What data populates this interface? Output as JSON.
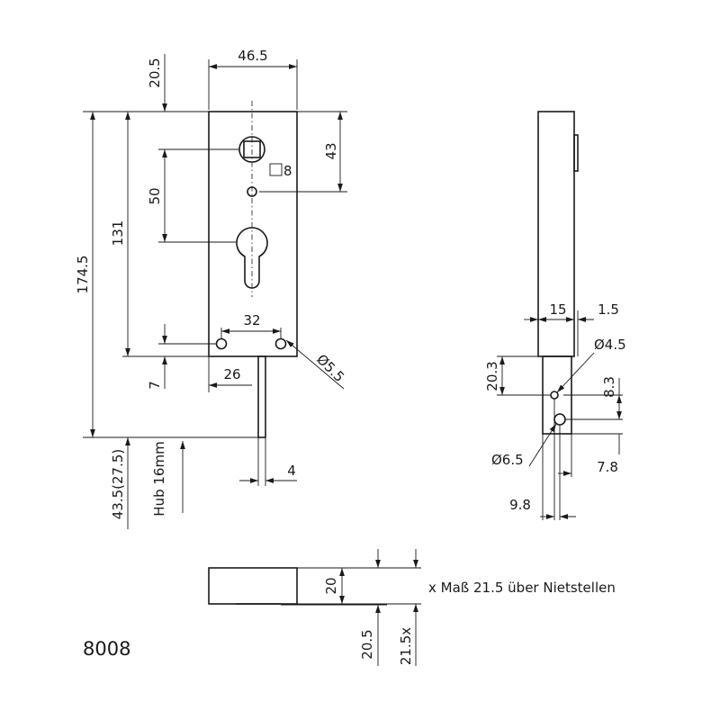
{
  "drawing": {
    "article_number": "8008",
    "note": "x Maß 21.5 über Nietstellen",
    "front_view": {
      "width": "46.5",
      "top_offset": "20.5",
      "spindle_to_hole": "43",
      "square_size": "8",
      "spindle_to_cylinder": "50",
      "cylinder_to_bottom": "131",
      "overall_height": "174.5",
      "screw_spacing": "32",
      "screw_hole_diameter": "Ø5.5",
      "screw_offset_x": "26",
      "screw_offset_y": "7",
      "bolt_width": "4",
      "bolt_length": "43.5(27.5)",
      "stroke": "Hub 16mm"
    },
    "side_view": {
      "body_depth": "15",
      "plate_thickness": "1.5",
      "hole_small_diameter": "Ø4.5",
      "hole_large_diameter": "Ø6.5",
      "hole_distance": "20.3",
      "hole_spacing": "8.3",
      "offset_a": "7.8",
      "offset_b": "9.8"
    },
    "top_view": {
      "height": "20",
      "depth_a": "20.5",
      "depth_b": "21.5x"
    }
  }
}
